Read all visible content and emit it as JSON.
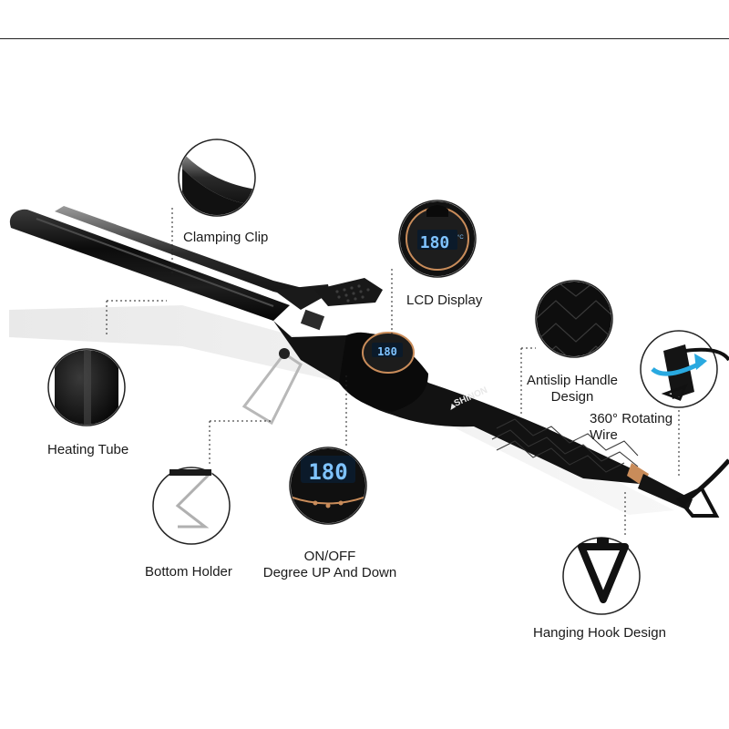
{
  "product": {
    "brand": "SHINON",
    "lcd_main": "180",
    "lcd_unit": "°C",
    "lcd_closeup": "180"
  },
  "callouts": {
    "clamping_clip": "Clamping Clip",
    "lcd_display": "LCD Display",
    "heating_tube": "Heating Tube",
    "antislip_line1": "Antislip Handle",
    "antislip_line2": "Design",
    "rotating_line1": "360° Rotating",
    "rotating_line2": "Wire",
    "bottom_holder": "Bottom Holder",
    "onoff_line1": "ON/OFF",
    "onoff_line2": "Degree UP And Down",
    "hanging_hook": "Hanging Hook Design"
  },
  "colors": {
    "body": "#141414",
    "lcd_digits": "#7fc3ff",
    "accent_ring": "#c98c5a"
  }
}
